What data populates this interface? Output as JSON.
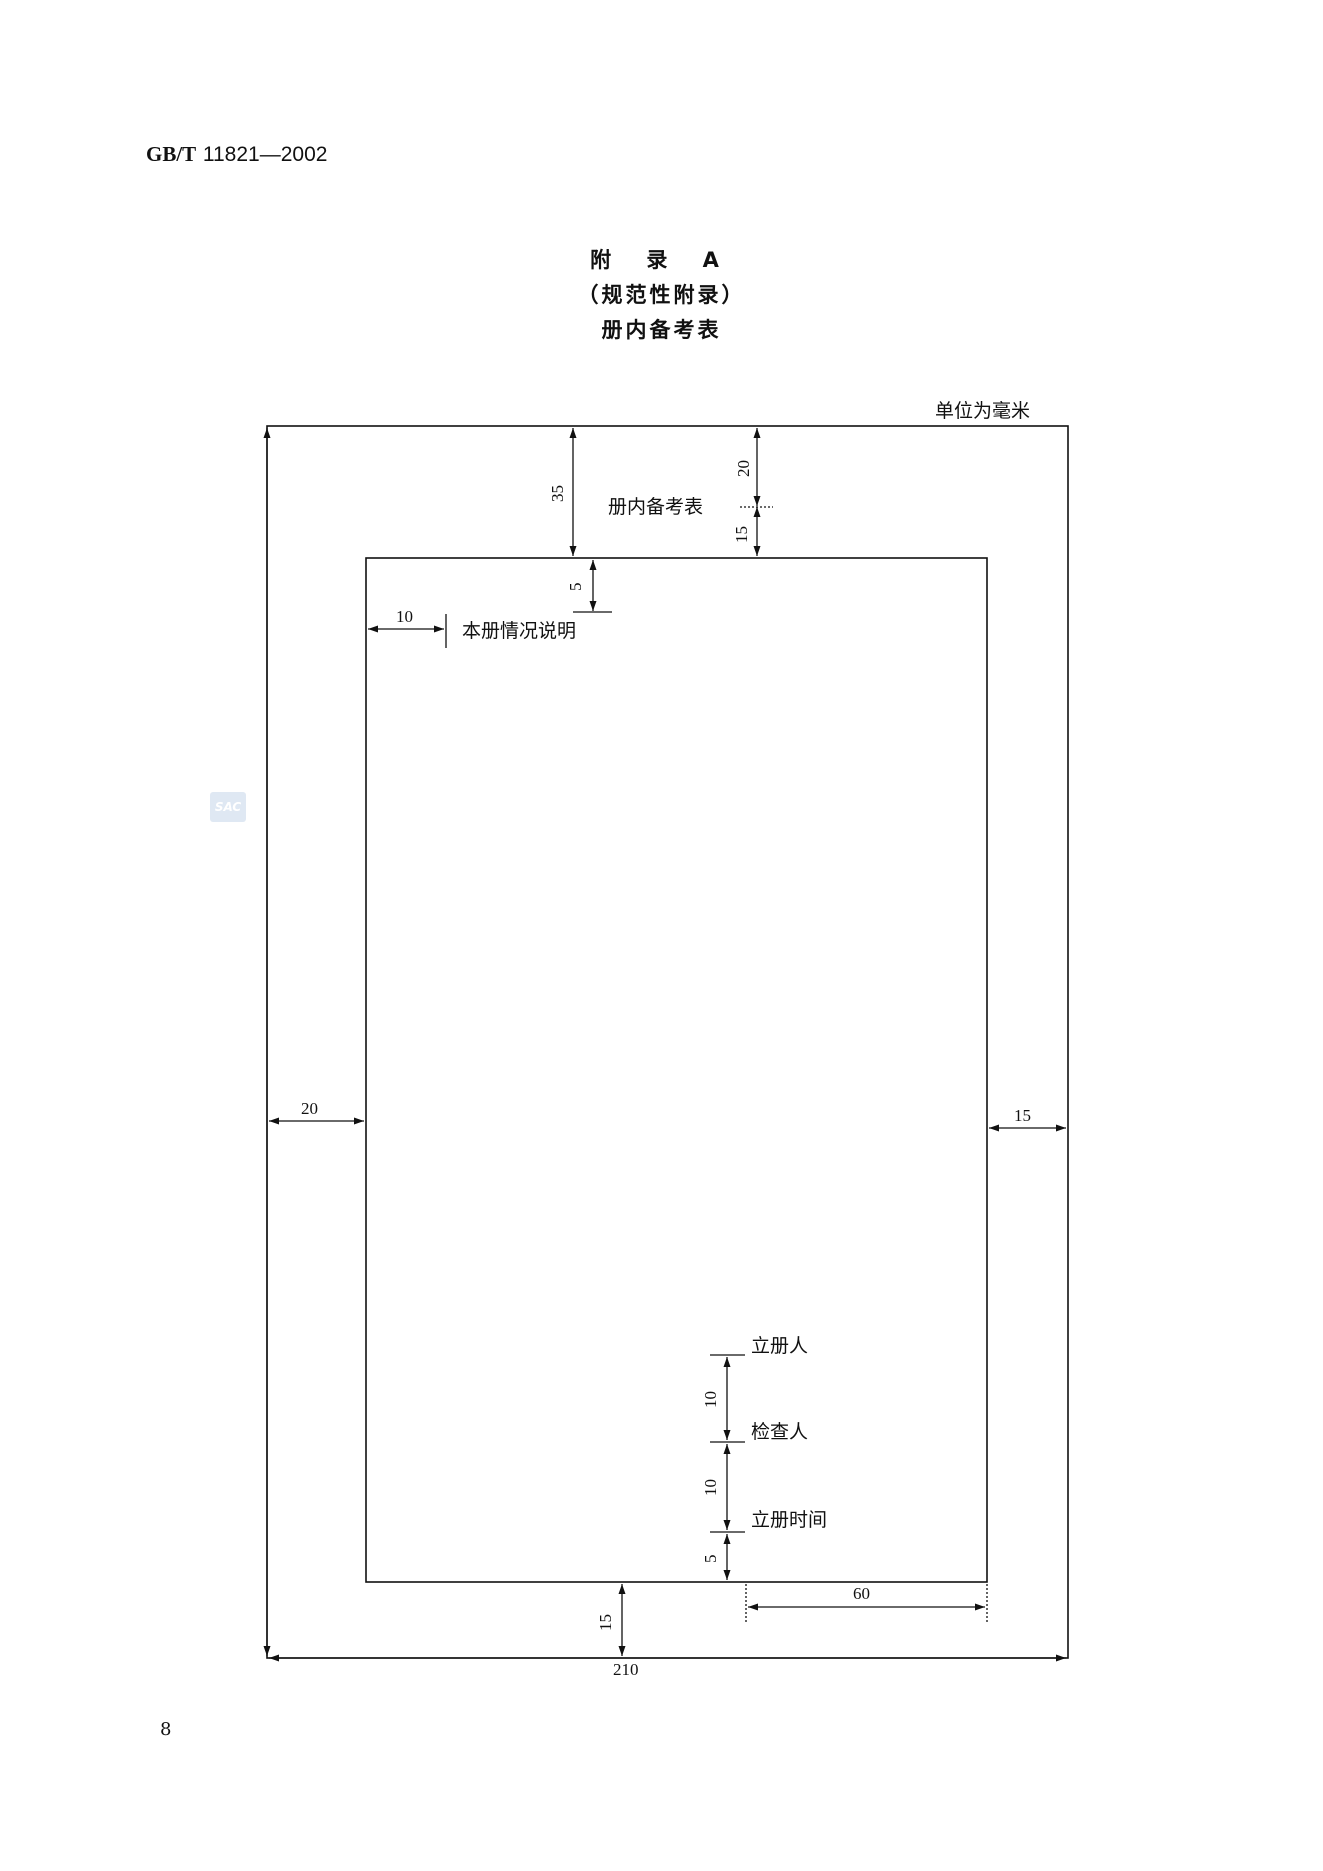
{
  "header": {
    "std_prefix": "GB/T",
    "std_number": "11821—2002"
  },
  "title": {
    "appendix": "附 录 A",
    "type": "（规范性附录）",
    "name": "册内备考表"
  },
  "diagram": {
    "unit_note": "单位为毫米",
    "inner_title": "册内备考表",
    "note_label": "本册情况说明",
    "signature_labels": [
      "立册人",
      "检查人",
      "立册时间"
    ],
    "dimensions": {
      "top_margin": "35",
      "title_top": "20",
      "title_bottom": "15",
      "note_top": "5",
      "note_left": "10",
      "left_margin": "20",
      "right_margin": "15",
      "sign_gap_1": "10",
      "sign_gap_2": "10",
      "sign_bottom": "5",
      "sign_width": "60",
      "bottom_margin": "15",
      "total_width": "210"
    }
  },
  "watermark": "SAC",
  "page_number": "8"
}
